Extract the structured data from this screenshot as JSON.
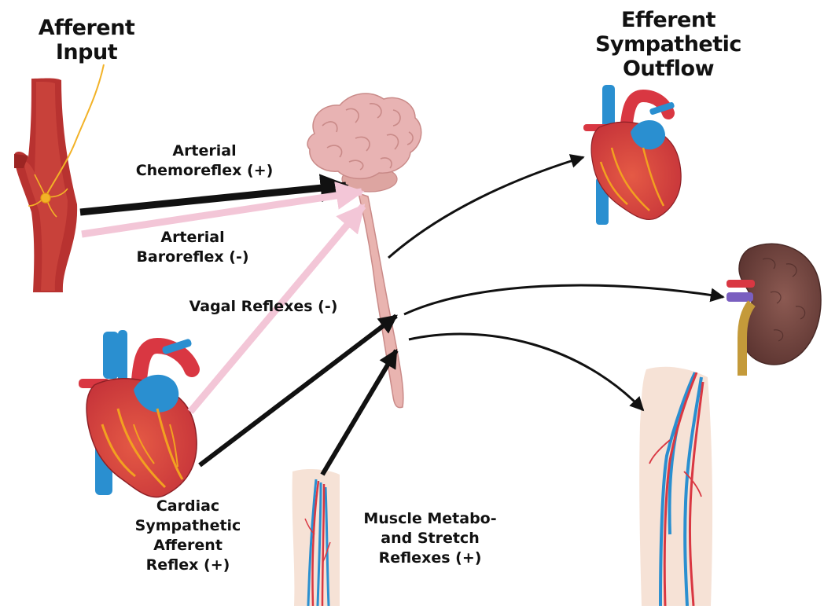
{
  "headings": {
    "afferent": [
      "Afferent",
      "Input"
    ],
    "efferent": [
      "Efferent",
      "Sympathetic",
      "Outflow"
    ]
  },
  "pathways": {
    "chemoreflex": [
      "Arterial",
      "Chemoreflex (+)"
    ],
    "baroreflex": [
      "Arterial",
      "Baroreflex (-)"
    ],
    "vagal": [
      "Vagal Reflexes (-)"
    ],
    "cardiac": [
      "Cardiac",
      "Sympathetic",
      "Afferent",
      "Reflex (+)"
    ],
    "muscle": [
      "Muscle Metabo-",
      "and Stretch",
      "Reflexes (+)"
    ]
  },
  "colors": {
    "excitatory_arrow": "#111111",
    "inhibitory_arrow": "#f3c6d7",
    "artery": "#b83230",
    "nerve": "#f2b227",
    "brain": "#e8b3b3",
    "heart": "#d94b3f",
    "vein": "#2a8fd0",
    "kidney": "#7a4a45",
    "skin": "#f6e2d6"
  }
}
